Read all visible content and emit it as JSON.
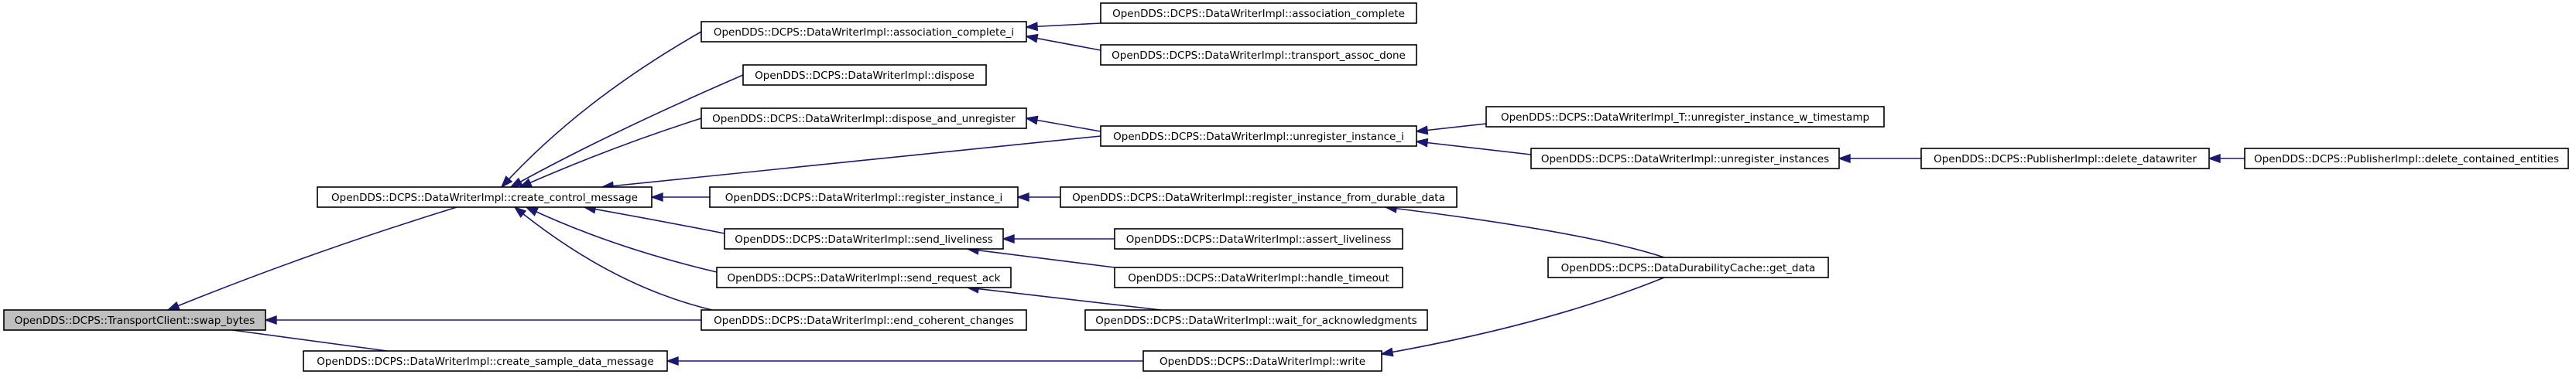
{
  "graph": {
    "nodes": [
      {
        "id": "n0",
        "label": "OpenDDS::DCPS::TransportClient::swap_bytes",
        "root": true
      },
      {
        "id": "n1",
        "label": "OpenDDS::DCPS::DataWriterImpl::create_control_message"
      },
      {
        "id": "n2",
        "label": "OpenDDS::DCPS::DataWriterImpl::create_sample_data_message"
      },
      {
        "id": "n3",
        "label": "OpenDDS::DCPS::DataWriterImpl::association_complete_i"
      },
      {
        "id": "n4",
        "label": "OpenDDS::DCPS::DataWriterImpl::dispose"
      },
      {
        "id": "n5",
        "label": "OpenDDS::DCPS::DataWriterImpl::dispose_and_unregister"
      },
      {
        "id": "n6",
        "label": "OpenDDS::DCPS::DataWriterImpl::register_instance_i"
      },
      {
        "id": "n7",
        "label": "OpenDDS::DCPS::DataWriterImpl::send_liveliness"
      },
      {
        "id": "n8",
        "label": "OpenDDS::DCPS::DataWriterImpl::send_request_ack"
      },
      {
        "id": "n9",
        "label": "OpenDDS::DCPS::DataWriterImpl::end_coherent_changes"
      },
      {
        "id": "n10",
        "label": "OpenDDS::DCPS::DataWriterImpl::association_complete"
      },
      {
        "id": "n11",
        "label": "OpenDDS::DCPS::DataWriterImpl::transport_assoc_done"
      },
      {
        "id": "n12",
        "label": "OpenDDS::DCPS::DataWriterImpl::unregister_instance_i"
      },
      {
        "id": "n13",
        "label": "OpenDDS::DCPS::DataWriterImpl::register_instance_from_durable_data"
      },
      {
        "id": "n14",
        "label": "OpenDDS::DCPS::DataWriterImpl::assert_liveliness"
      },
      {
        "id": "n15",
        "label": "OpenDDS::DCPS::DataWriterImpl::handle_timeout"
      },
      {
        "id": "n16",
        "label": "OpenDDS::DCPS::DataWriterImpl::wait_for_acknowledgments"
      },
      {
        "id": "n17",
        "label": "OpenDDS::DCPS::DataWriterImpl::write"
      },
      {
        "id": "n18",
        "label": "OpenDDS::DCPS::DataWriterImpl_T::unregister_instance_w_timestamp"
      },
      {
        "id": "n19",
        "label": "OpenDDS::DCPS::DataWriterImpl::unregister_instances"
      },
      {
        "id": "n20",
        "label": "OpenDDS::DCPS::DataDurabilityCache::get_data"
      },
      {
        "id": "n21",
        "label": "OpenDDS::DCPS::PublisherImpl::delete_datawriter"
      },
      {
        "id": "n22",
        "label": "OpenDDS::DCPS::PublisherImpl::delete_contained_entities"
      }
    ],
    "edges": [
      {
        "from": "n0",
        "to": "n1"
      },
      {
        "from": "n0",
        "to": "n9"
      },
      {
        "from": "n0",
        "to": "n2"
      },
      {
        "from": "n1",
        "to": "n3"
      },
      {
        "from": "n1",
        "to": "n4"
      },
      {
        "from": "n1",
        "to": "n5"
      },
      {
        "from": "n1",
        "to": "n12"
      },
      {
        "from": "n1",
        "to": "n6"
      },
      {
        "from": "n1",
        "to": "n7"
      },
      {
        "from": "n1",
        "to": "n8"
      },
      {
        "from": "n1",
        "to": "n9"
      },
      {
        "from": "n2",
        "to": "n17"
      },
      {
        "from": "n3",
        "to": "n10"
      },
      {
        "from": "n3",
        "to": "n11"
      },
      {
        "from": "n5",
        "to": "n12"
      },
      {
        "from": "n6",
        "to": "n13"
      },
      {
        "from": "n7",
        "to": "n14"
      },
      {
        "from": "n7",
        "to": "n15"
      },
      {
        "from": "n8",
        "to": "n16"
      },
      {
        "from": "n12",
        "to": "n18"
      },
      {
        "from": "n12",
        "to": "n19"
      },
      {
        "from": "n13",
        "to": "n20"
      },
      {
        "from": "n17",
        "to": "n20"
      },
      {
        "from": "n19",
        "to": "n21"
      },
      {
        "from": "n21",
        "to": "n22"
      }
    ]
  }
}
